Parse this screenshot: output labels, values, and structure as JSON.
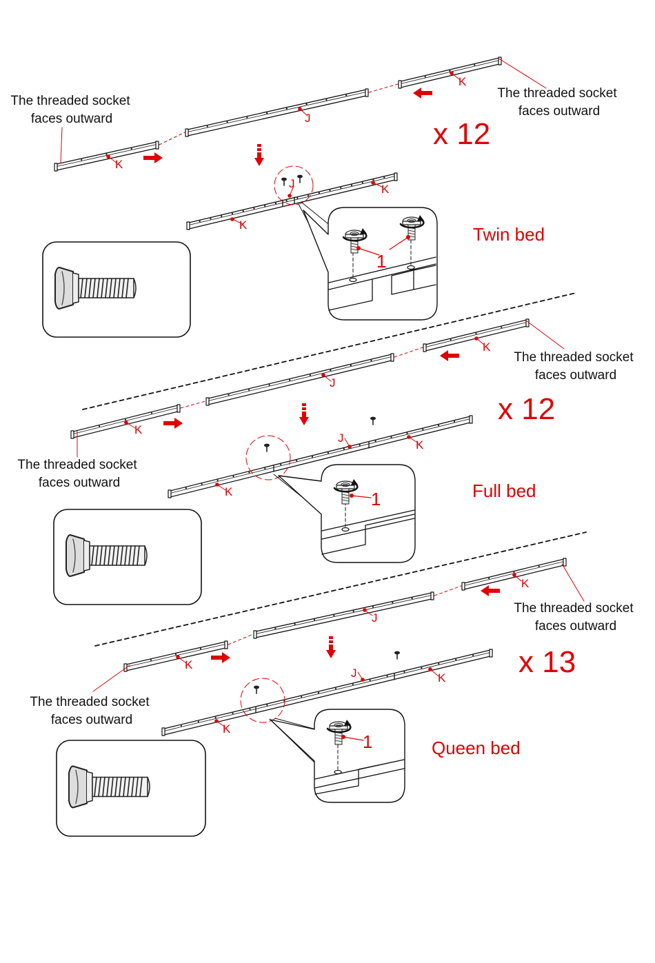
{
  "notes": {
    "threaded_socket_line1": "The threaded socket",
    "threaded_socket_line2": "faces outward"
  },
  "part_labels": {
    "side_rail": "K",
    "center_rail": "J",
    "bolt": "1"
  },
  "sections": [
    {
      "bed": "Twin bed",
      "quantity": "x 12"
    },
    {
      "bed": "Full bed",
      "quantity": "x 12"
    },
    {
      "bed": "Queen bed",
      "quantity": "x 13"
    }
  ],
  "colors": {
    "accent": "#e00000",
    "line": "#111111"
  },
  "icons": [
    "bolt-icon",
    "arrow-right-icon",
    "arrow-left-icon",
    "arrow-down-icon",
    "rotate-icon",
    "detail-zoom-circle"
  ]
}
